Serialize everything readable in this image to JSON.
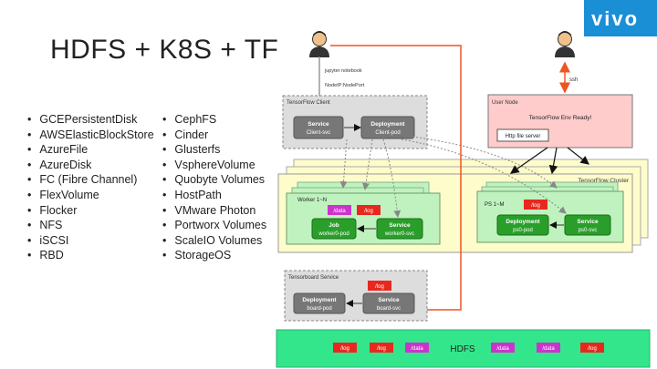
{
  "slide": {
    "title": "HDFS + K8S + TF",
    "brand": "vivo",
    "volume_types_left": [
      "GCEPersistentDisk",
      "AWSElasticBlockStore",
      "AzureFile",
      "AzureDisk",
      "FC (Fibre Channel)",
      "FlexVolume",
      "Flocker",
      "NFS",
      "iSCSI",
      "RBD"
    ],
    "volume_types_right": [
      "CephFS",
      "Cinder",
      "Glusterfs",
      "VsphereVolume",
      "Quobyte Volumes",
      "HostPath",
      "VMware Photon",
      "Portworx Volumes",
      "ScaleIO Volumes",
      "StorageOS"
    ]
  },
  "diagram": {
    "user_link_top": "jupyter notebook",
    "user_link_bottom": "NodeIP:NodePort",
    "ssh_label": "ssh",
    "tf_client": {
      "title": "TensorFlow Client",
      "service": {
        "name": "Service",
        "sub": "Client-svc"
      },
      "deployment": {
        "name": "Deployment",
        "sub": "Client-pod"
      }
    },
    "user_node": {
      "title": "User Node",
      "status": "TensorFlow Env Ready!",
      "file_server": "Http file server"
    },
    "cluster": {
      "title": "TensorFlow Cluster",
      "worker": {
        "title": "Worker 1~N",
        "data_tag": "/data",
        "log_tag": "/log",
        "job": {
          "name": "Job",
          "sub": "worker0-pod"
        },
        "service": {
          "name": "Service",
          "sub": "worker0-svc"
        }
      },
      "ps": {
        "title": "PS 1~M",
        "log_tag": "/log",
        "deployment": {
          "name": "Deployment",
          "sub": "ps0-pod"
        },
        "service": {
          "name": "Service",
          "sub": "ps0-svc"
        }
      }
    },
    "tensorboard": {
      "title": "Tensorboard Service",
      "log_tag": "/log",
      "deployment": {
        "name": "Deployment",
        "sub": "board-pod"
      },
      "service": {
        "name": "Service",
        "sub": "board-svc"
      }
    },
    "hdfs": {
      "label": "HDFS",
      "tags": [
        "/log",
        "/log",
        "/data",
        "/data",
        "/data",
        "/log"
      ]
    }
  },
  "colors": {
    "log_tag": "#e8281e",
    "data_tag": "#cc33cc",
    "hdfs_bg": "#33e68c",
    "cluster_bg": "#fffccc",
    "pod_panel": "#bff2bf",
    "green_box": "#2a9e2a",
    "gray_box": "#777777",
    "user_node_bg": "#ffcccc",
    "arrow_orange": "#ee5522"
  }
}
